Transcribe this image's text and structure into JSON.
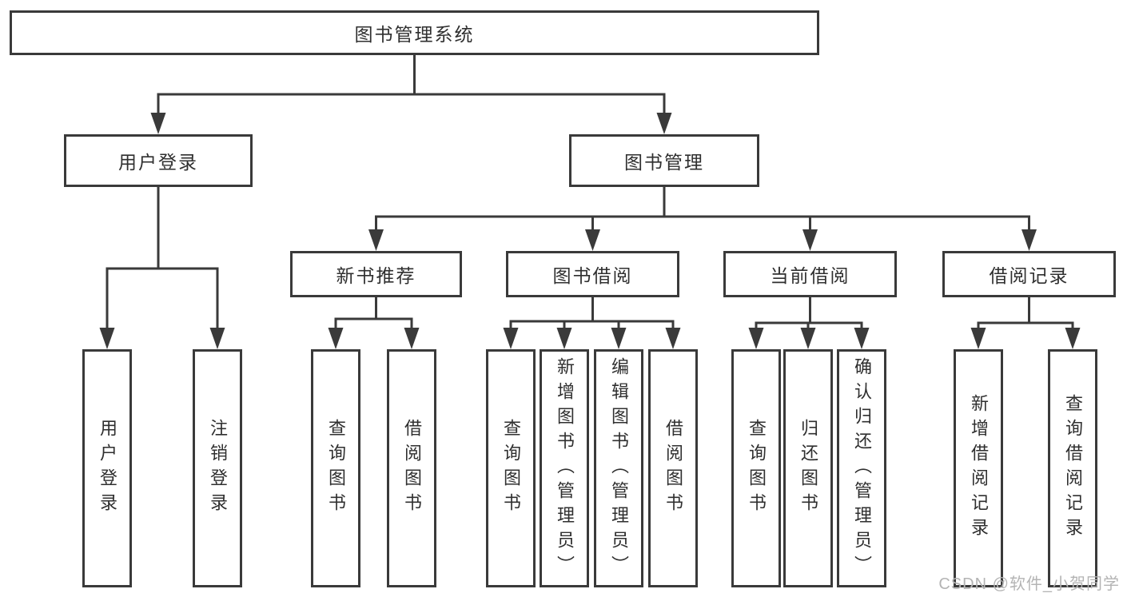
{
  "tree": {
    "root": {
      "label": "图书管理系统"
    },
    "branches": [
      {
        "label": "用户登录",
        "children": [
          {
            "label": "用户登录"
          },
          {
            "label": "注销登录"
          }
        ]
      },
      {
        "label": "图书管理",
        "children": [
          {
            "label": "新书推荐",
            "children": [
              {
                "label": "查询图书"
              },
              {
                "label": "借阅图书"
              }
            ]
          },
          {
            "label": "图书借阅",
            "children": [
              {
                "label": "查询图书"
              },
              {
                "label": "新增图书（管理员）"
              },
              {
                "label": "编辑图书（管理员）"
              },
              {
                "label": "借阅图书"
              }
            ]
          },
          {
            "label": "当前借阅",
            "children": [
              {
                "label": "查询图书"
              },
              {
                "label": "归还图书"
              },
              {
                "label": "确认归还（管理员）"
              }
            ]
          },
          {
            "label": "借阅记录",
            "children": [
              {
                "label": "新增借阅记录"
              },
              {
                "label": "查询借阅记录"
              }
            ]
          }
        ]
      }
    ]
  },
  "watermark": {
    "text": "CSDN @软件_小贺同学"
  },
  "colors": {
    "line": "#3a3a3a",
    "text": "#2f2f2f",
    "watermark": "#b4b4b4",
    "background": "#ffffff"
  }
}
